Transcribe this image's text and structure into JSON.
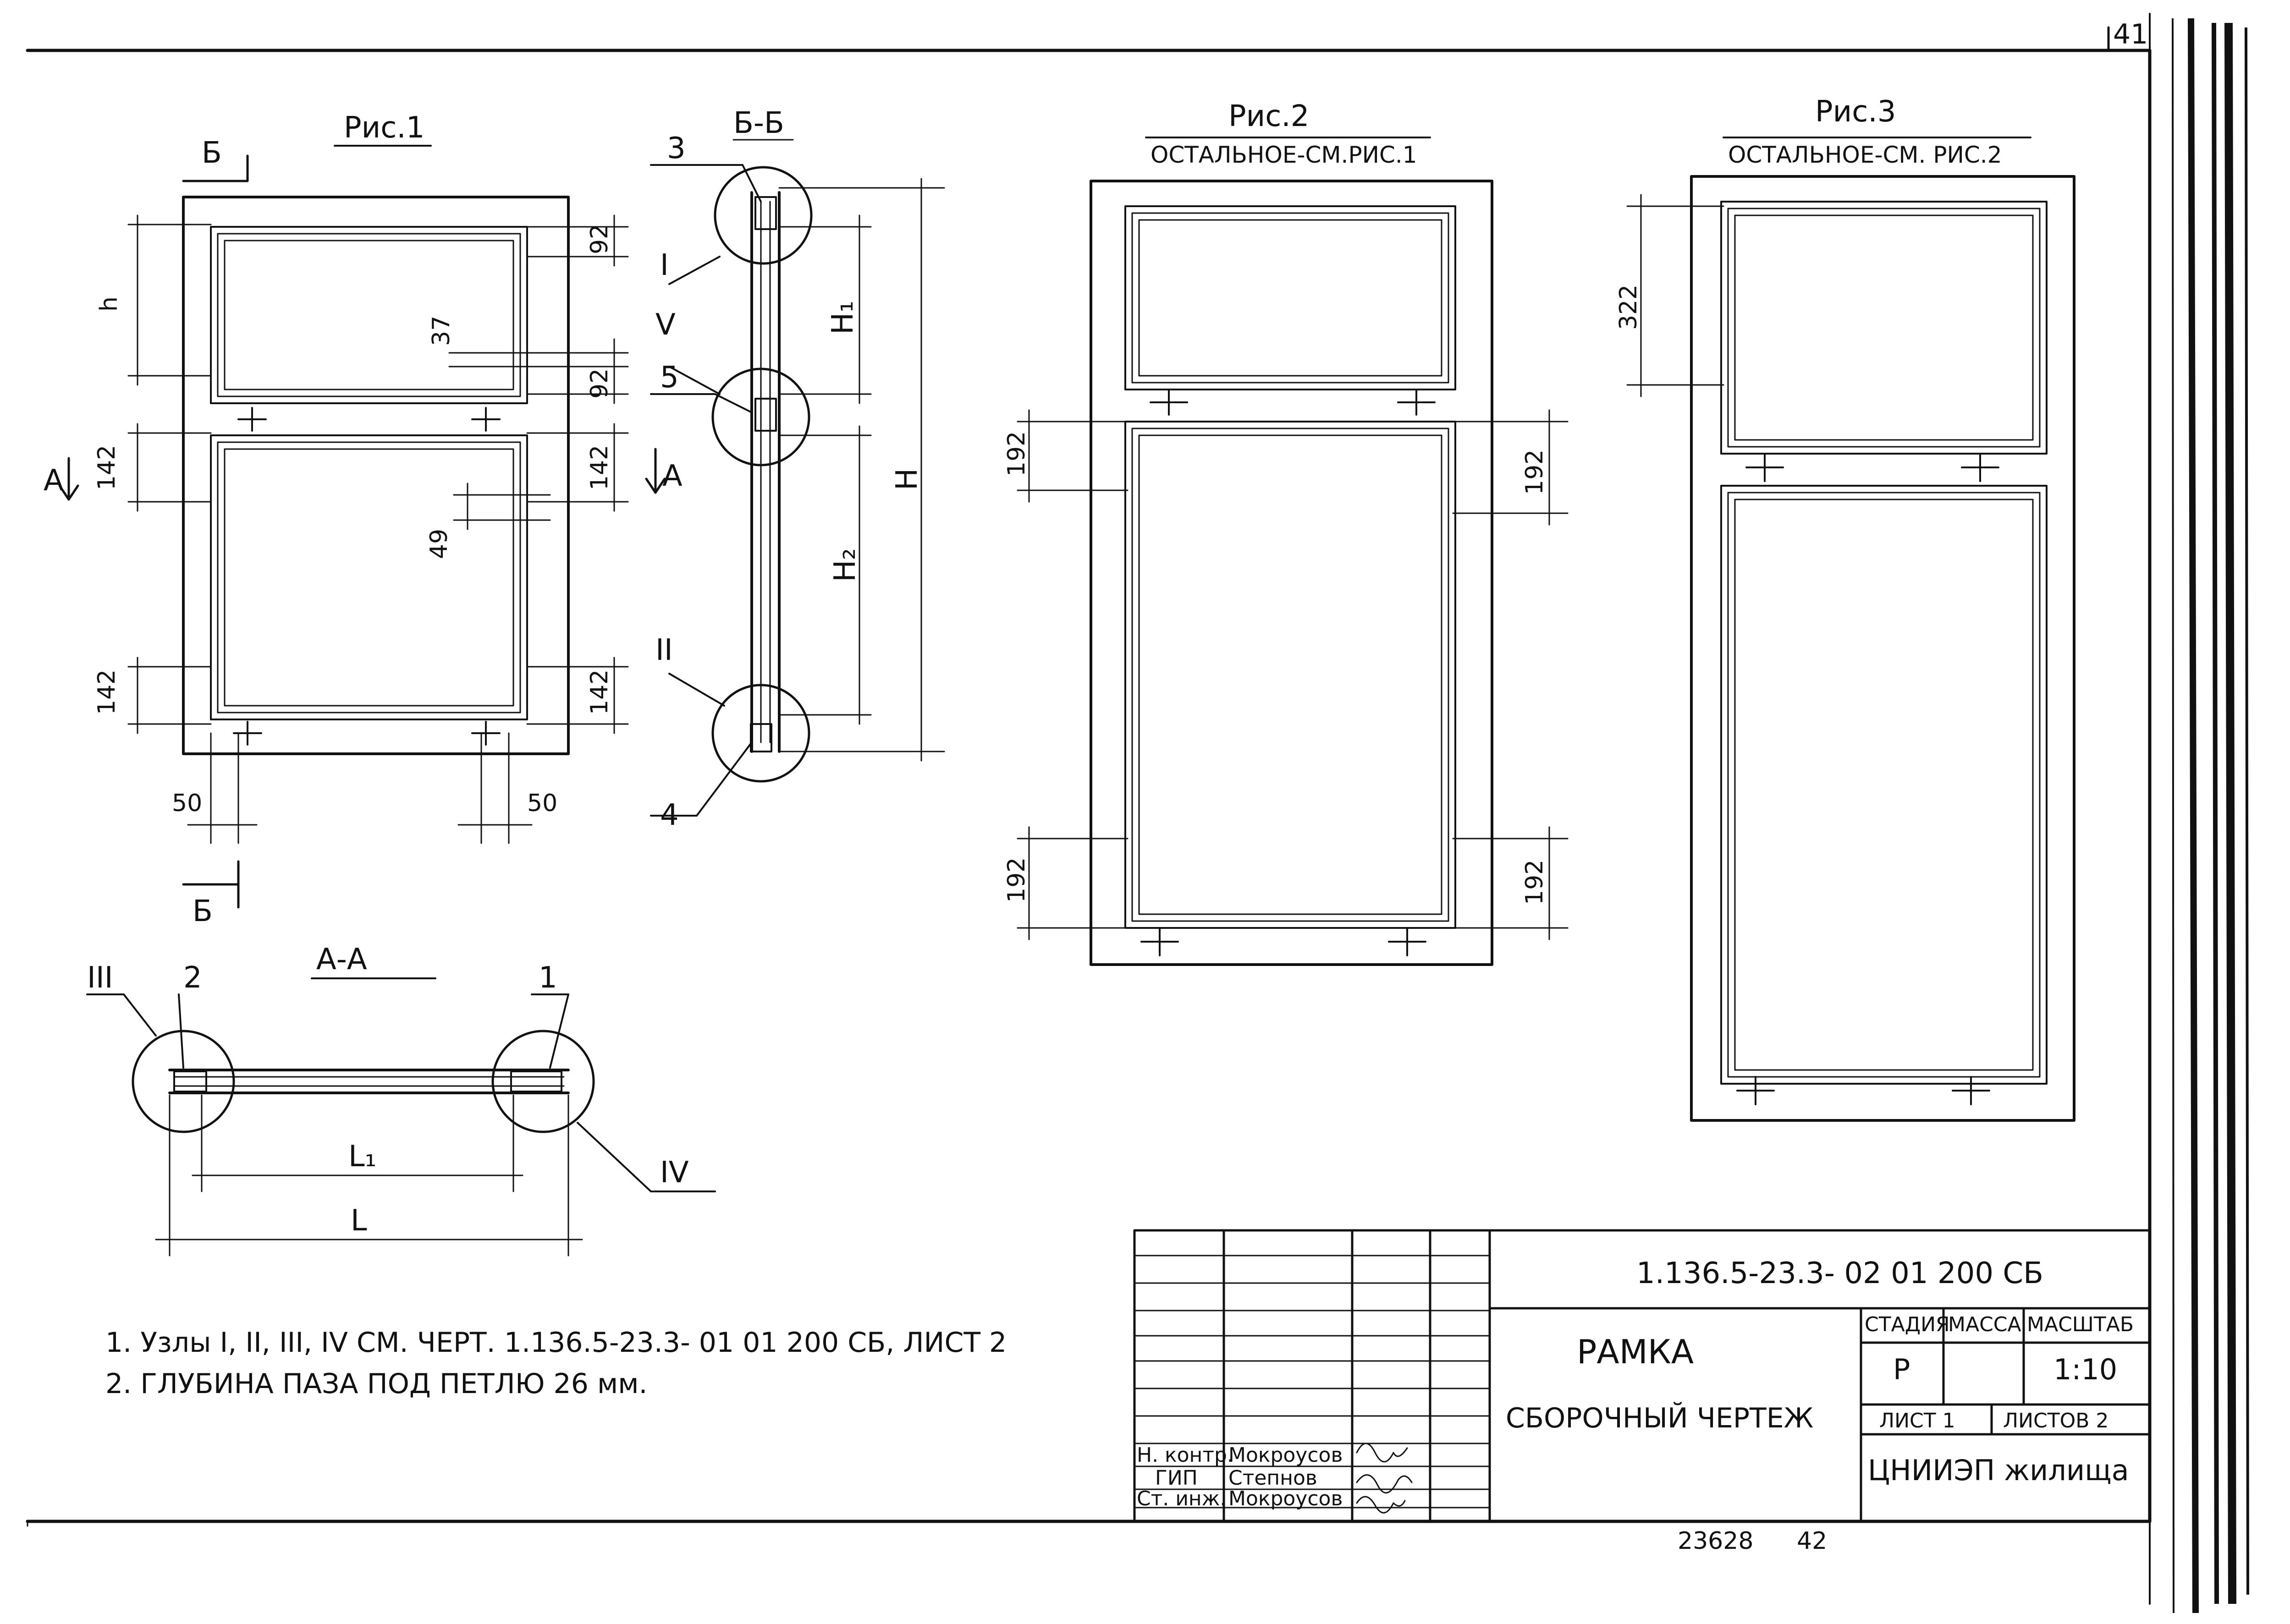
{
  "sheet": {
    "corner_number": "41"
  },
  "fig1": {
    "title": "Рис.1",
    "section_bb": "Б-Б",
    "section_aa": "А-А",
    "cut_b": "Б",
    "cut_a": "А",
    "dims": {
      "h": "h",
      "d92_top": "92",
      "d37": "37",
      "d92_mid": "92",
      "d142_left_top": "142",
      "d142_right_top": "142",
      "d49": "49",
      "d142_left_bot": "142",
      "d142_right_bot": "142",
      "d50_left": "50",
      "d50_right": "50"
    }
  },
  "section_bb": {
    "callout_3": "3",
    "callout_5": "5",
    "callout_4": "4",
    "node_I": "I",
    "node_V": "V",
    "node_II": "II",
    "H1": "H₁",
    "H2": "H₂",
    "H": "H"
  },
  "section_aa": {
    "node_III": "III",
    "node_IV": "IV",
    "callout_2": "2",
    "callout_1": "1",
    "L1": "L₁",
    "L": "L"
  },
  "fig2": {
    "title": "Рис.2",
    "subtitle": "ОСТАЛЬНОЕ-СМ.РИС.1",
    "d192_tl": "192",
    "d192_tr": "192",
    "d192_bl": "192",
    "d192_br": "192"
  },
  "fig3": {
    "title": "Рис.3",
    "subtitle": "ОСТАЛЬНОЕ-СМ. РИС.2",
    "d322": "322"
  },
  "notes": [
    "1. Узлы I, II, III, IV  СМ. ЧЕРТ. 1.136.5-23.3- 01 01 200 СБ, ЛИСТ 2",
    "2. ГЛУБИНА   ПАЗА ПОД ПЕТЛЮ   26 мм."
  ],
  "title_block": {
    "code": "1.136.5-23.3- 02 01 200 СБ",
    "name": "РАМКА",
    "type": "СБОРОЧНЫЙ ЧЕРТЕЖ",
    "col_stage": "СТАДИЯ",
    "col_mass": "МАССА",
    "col_scale": "МАСШТАБ",
    "stage": "Р",
    "mass": "",
    "scale": "1:10",
    "sheet": "ЛИСТ 1",
    "sheets": "ЛИСТОВ 2",
    "org": "ЦНИИЭП жилища",
    "signatures": [
      {
        "role": "Н. контр.",
        "name": "Мокроусов"
      },
      {
        "role": "ГИП",
        "name": "Степнов"
      },
      {
        "role": "Ст. инж.",
        "name": "Мокроусов"
      }
    ]
  },
  "footer": {
    "inventory": "23628",
    "page": "42"
  }
}
